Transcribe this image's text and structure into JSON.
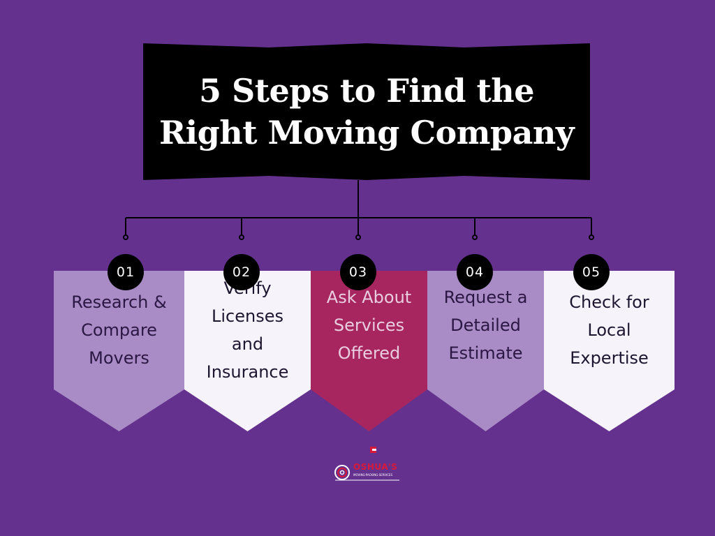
{
  "title": {
    "line1": "5 Steps to Find the",
    "line2": "Right Moving Company"
  },
  "steps": [
    {
      "number": "01",
      "lines": [
        "Research &",
        "Compare",
        "Movers"
      ],
      "color": "#a98bc5",
      "text_color": "#2b1744"
    },
    {
      "number": "02",
      "lines": [
        "Verify",
        "Licenses",
        "and",
        "Insurance"
      ],
      "color": "#f7f3fb",
      "text_color": "#1e1530"
    },
    {
      "number": "03",
      "lines": [
        "Ask About",
        "Services",
        "Offered"
      ],
      "color": "#a8265f",
      "text_color": "#e9cde0"
    },
    {
      "number": "04",
      "lines": [
        "Request a",
        "Detailed",
        "Estimate"
      ],
      "color": "#a98bc5",
      "text_color": "#2b1744"
    },
    {
      "number": "05",
      "lines": [
        "Check for",
        "Local",
        "Expertise"
      ],
      "color": "#f7f3fb",
      "text_color": "#1e1530"
    }
  ],
  "logo": {
    "name": "OSHUA'S",
    "tagline": "MOVING·PACKING·SERVICES"
  },
  "colors": {
    "background": "#65318f",
    "banner": "#000000",
    "connector": "#000000"
  }
}
